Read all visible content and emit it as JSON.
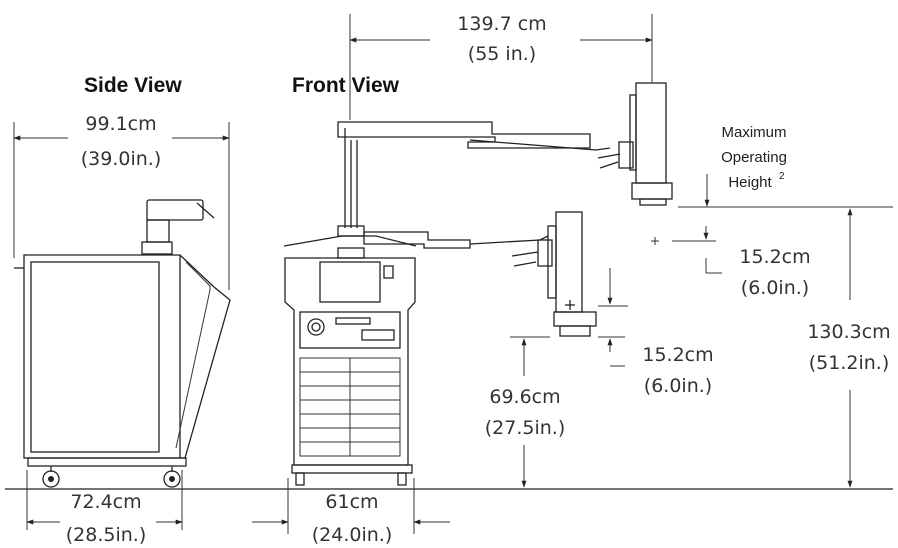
{
  "titles": {
    "side_view": "Side View",
    "front_view": "Front View"
  },
  "dimensions": {
    "reach_cm": "139.7  cm",
    "reach_in": "(55  in.)",
    "side_depth_top_cm": "99.1cm",
    "side_depth_top_in": "(39.0in.)",
    "side_depth_base_cm": "72.4cm",
    "side_depth_base_in": "(28.5in.)",
    "front_width_cm": "61cm",
    "front_width_in": "(24.0in.)",
    "offset_upper_cm": "15.2cm",
    "offset_upper_in": "(6.0in.)",
    "offset_lower_cm": "15.2cm",
    "offset_lower_in": "(6.0in.)",
    "min_height_cm": "69.6cm",
    "min_height_in": "(27.5in.)",
    "max_height_cm": "130.3cm",
    "max_height_in": "(51.2in.)"
  },
  "notes": {
    "max_op_line1": "Maximum",
    "max_op_line2": "Operating",
    "max_op_line3": "Height",
    "max_op_footnote": "2"
  },
  "colors": {
    "line": "#222222",
    "text": "#333333"
  }
}
